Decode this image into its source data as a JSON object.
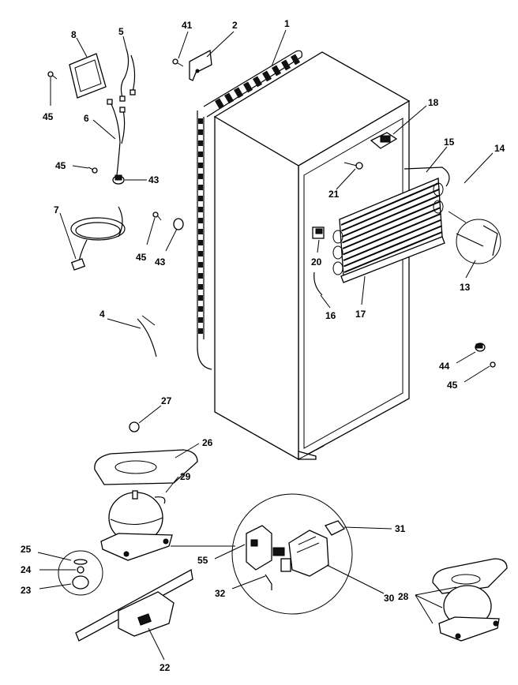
{
  "labels": {
    "p1": "1",
    "p2": "2",
    "p4": "4",
    "p5": "5",
    "p6": "6",
    "p7": "7",
    "p8": "8",
    "p13": "13",
    "p14": "14",
    "p15": "15",
    "p16": "16",
    "p17": "17",
    "p18": "18",
    "p20": "20",
    "p21": "21",
    "p22": "22",
    "p23": "23",
    "p24": "24",
    "p25": "25",
    "p26": "26",
    "p27": "27",
    "p28": "28",
    "p29": "29",
    "p30": "30",
    "p31": "31",
    "p32": "32",
    "p41": "41",
    "p43a": "43",
    "p43b": "43",
    "p44": "44",
    "p45a": "45",
    "p45b": "45",
    "p45c": "45",
    "p45d": "45",
    "p55": "55"
  }
}
